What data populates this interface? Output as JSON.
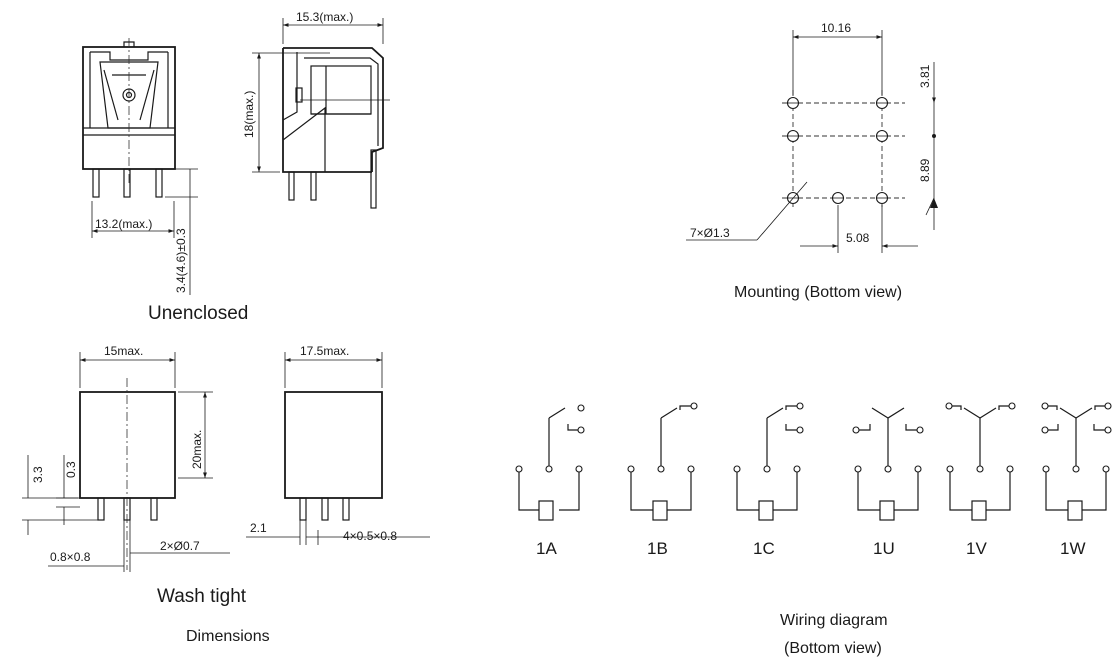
{
  "unenclosed": {
    "caption": "Unenclosed",
    "dim_length": "15.3(max.)",
    "dim_height": "18(max.)",
    "dim_width": "13.2(max.)",
    "dim_pin": "3.4(4.6)±0.3"
  },
  "wash_tight": {
    "caption": "Wash tight",
    "dim_width": "15max.",
    "dim_length": "17.5max.",
    "dim_height": "20max.",
    "dim_33": "3.3",
    "dim_03": "0.3",
    "dim_pin_sec": "0.8×0.8",
    "dim_pin_dia": "2×Ø0.7",
    "dim_21": "2.1",
    "dim_pin_rect": "4×0.5×0.8"
  },
  "dimensions_caption": "Dimensions",
  "mounting": {
    "caption": "Mounting (Bottom view)",
    "dim_1016": "10.16",
    "dim_381": "3.81",
    "dim_889": "8.89",
    "dim_508": "5.08",
    "dim_holes": "7×Ø1.3"
  },
  "wiring": {
    "caption_line1": "Wiring diagram",
    "caption_line2": "(Bottom view)",
    "labels": [
      "1A",
      "1B",
      "1C",
      "1U",
      "1V",
      "1W"
    ]
  }
}
